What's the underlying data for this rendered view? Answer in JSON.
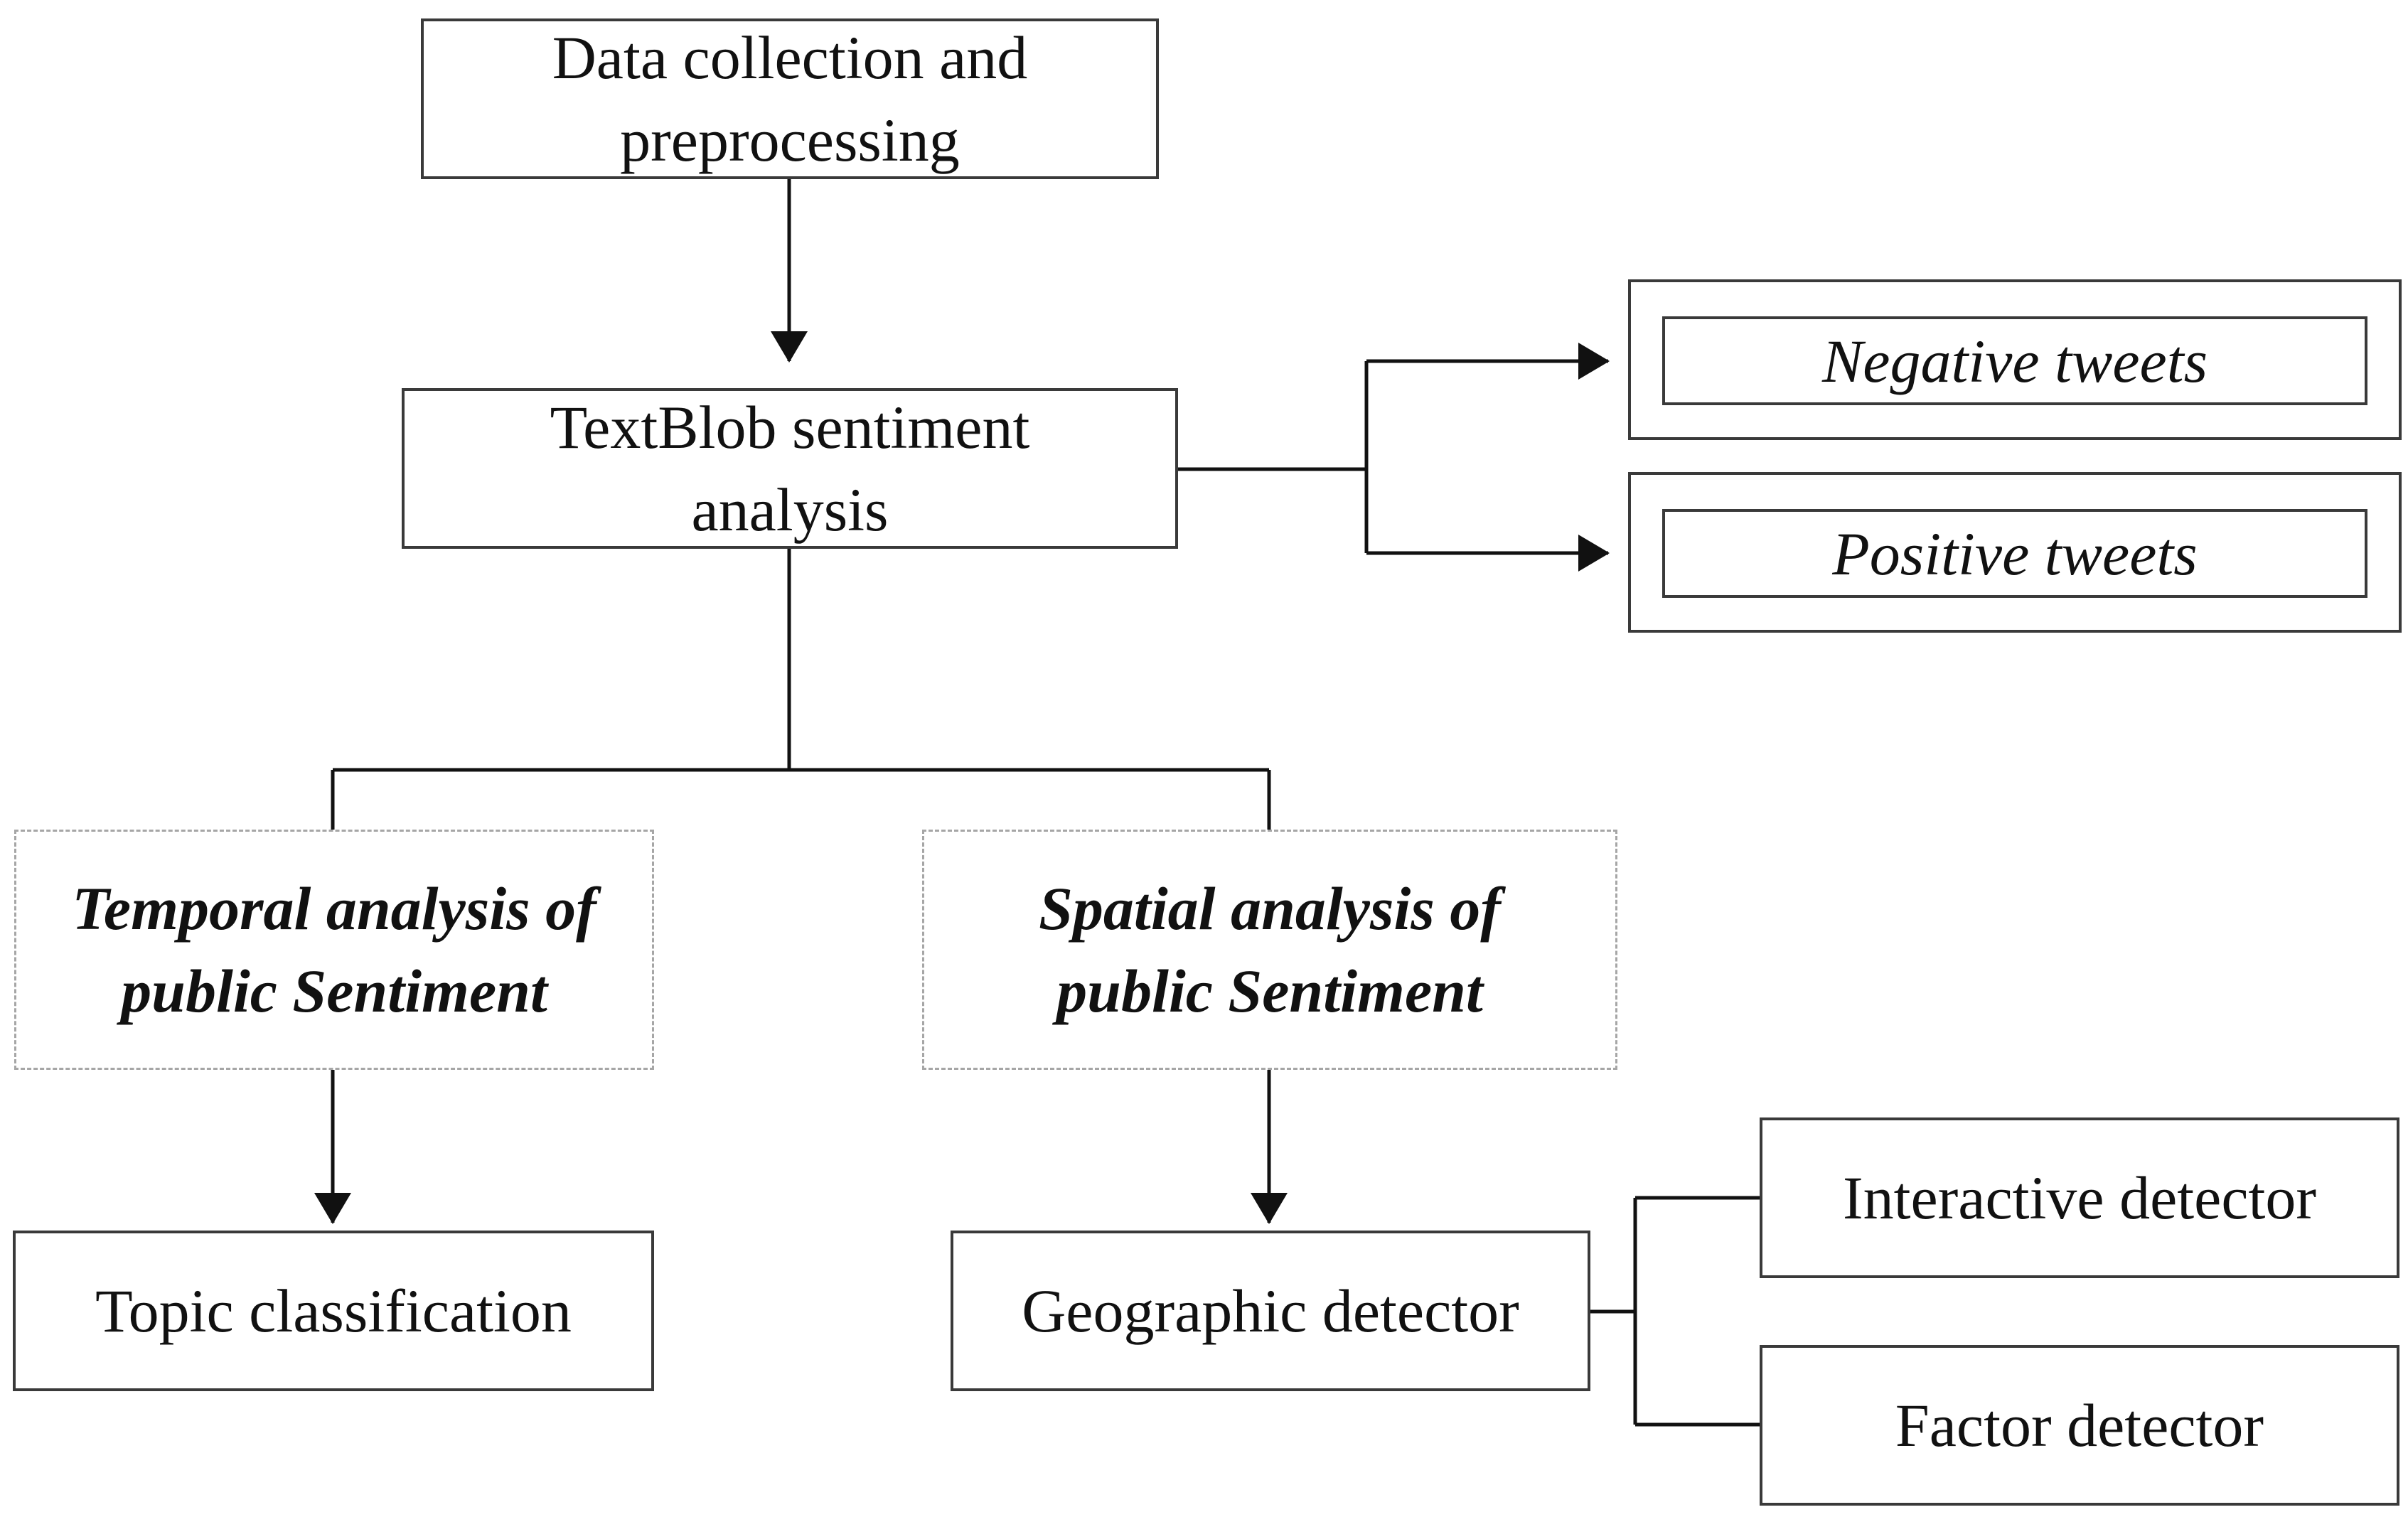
{
  "nodes": {
    "data_collection": "Data collection and\npreprocessing",
    "textblob": "TextBlob sentiment\nanalysis",
    "negative": "Negative tweets",
    "positive": "Positive tweets",
    "temporal": "Temporal analysis of\npublic Sentiment",
    "spatial": "Spatial analysis of\npublic Sentiment",
    "topic": "Topic classification",
    "geographic": "Geographic detector",
    "interactive": "Interactive detector",
    "factor": "Factor detector"
  },
  "edges": [
    {
      "from": "data_collection",
      "to": "textblob",
      "arrow": true
    },
    {
      "from": "textblob",
      "to": "negative",
      "arrow": true
    },
    {
      "from": "textblob",
      "to": "positive",
      "arrow": true
    },
    {
      "from": "textblob",
      "to": "temporal",
      "arrow": false
    },
    {
      "from": "textblob",
      "to": "spatial",
      "arrow": false
    },
    {
      "from": "temporal",
      "to": "topic",
      "arrow": true
    },
    {
      "from": "spatial",
      "to": "geographic",
      "arrow": true
    },
    {
      "from": "geographic",
      "to": "interactive",
      "arrow": false
    },
    {
      "from": "geographic",
      "to": "factor",
      "arrow": false
    }
  ]
}
